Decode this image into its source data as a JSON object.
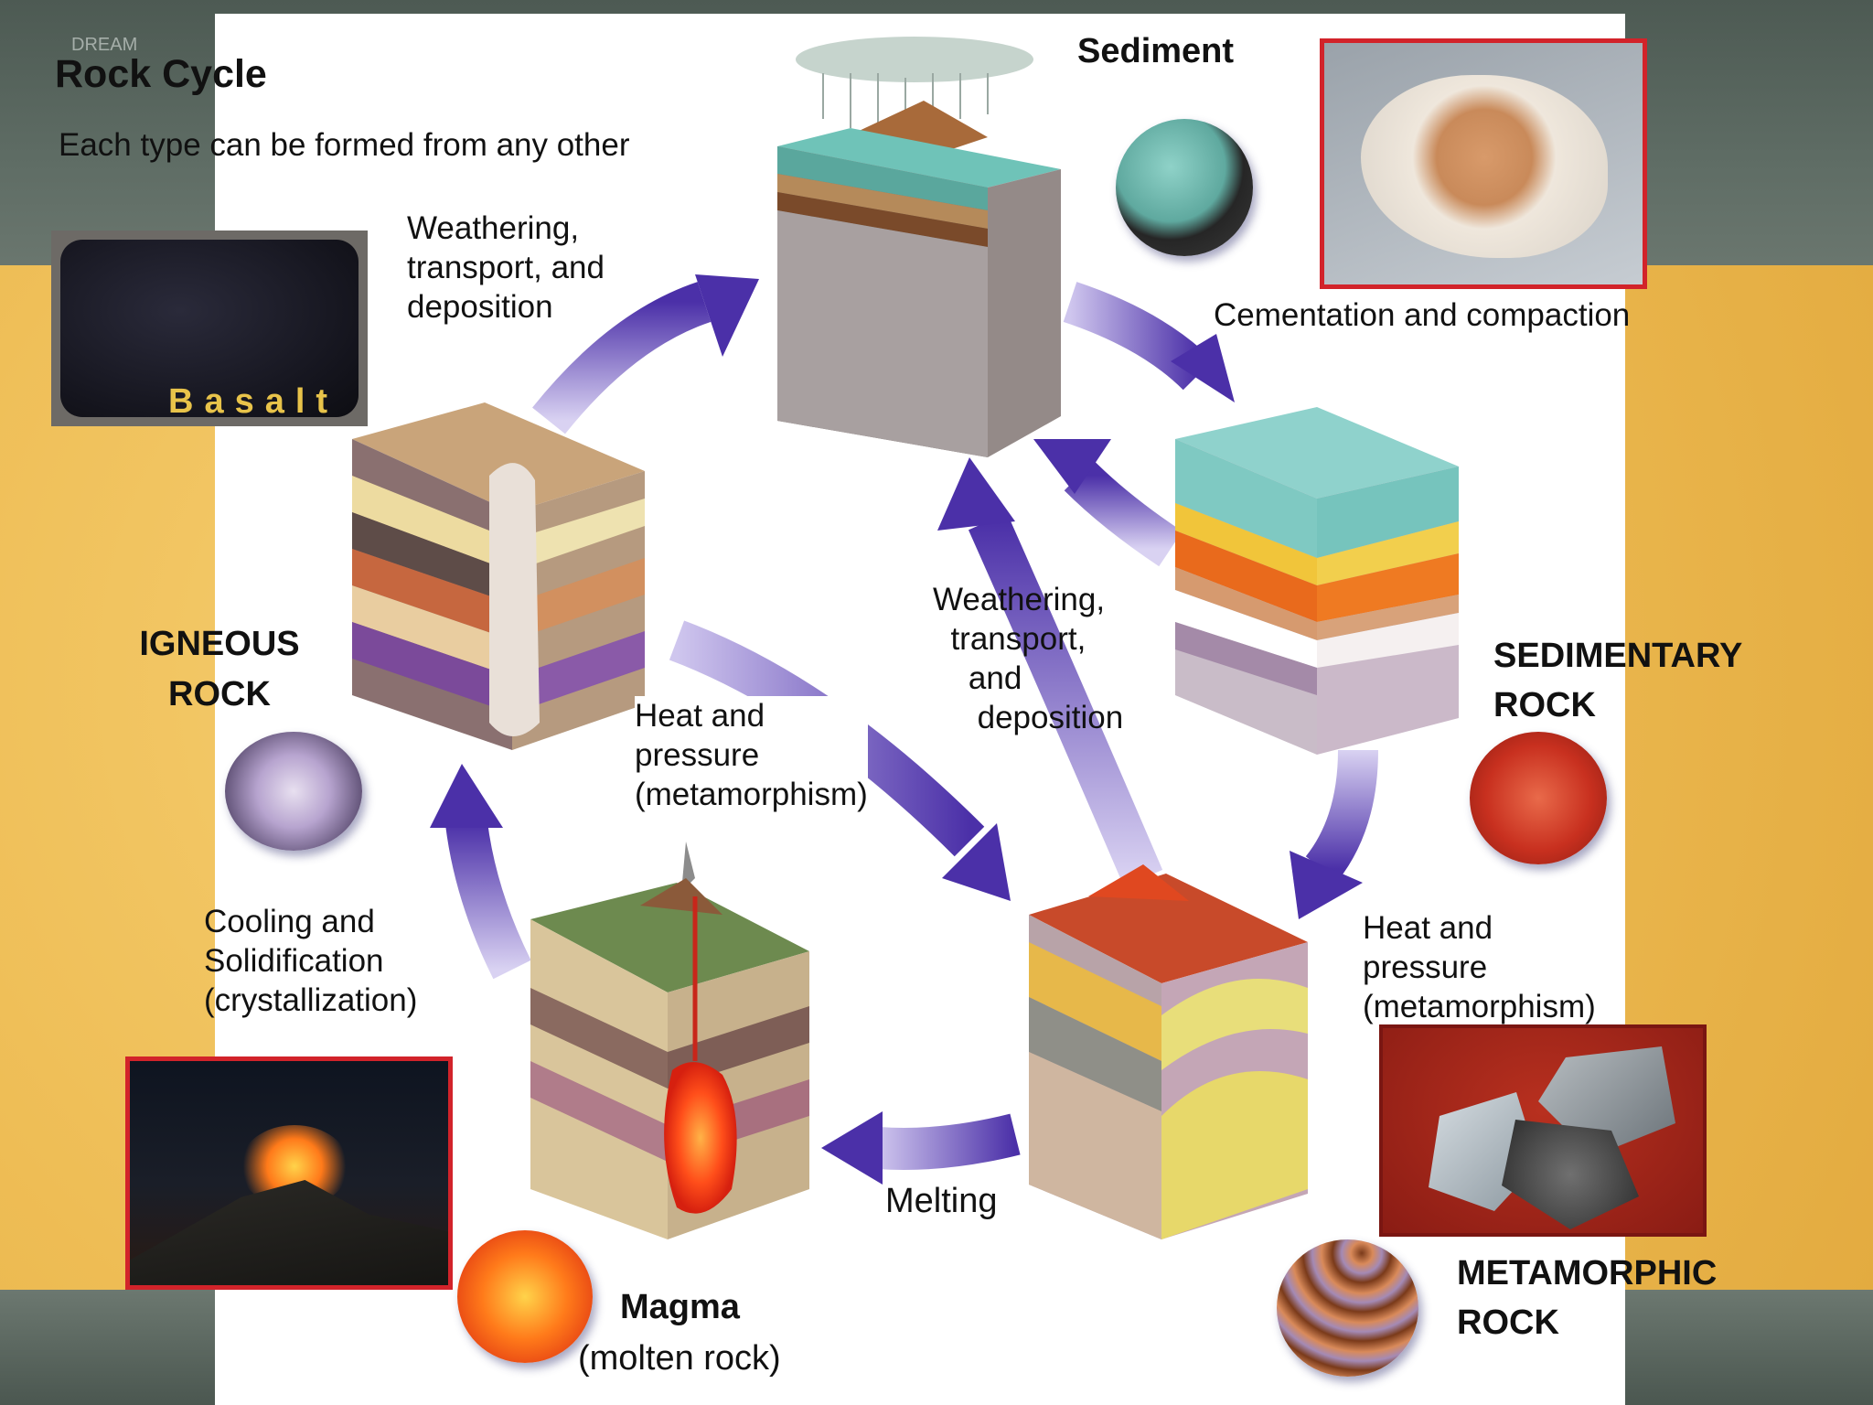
{
  "title": "Rock Cycle",
  "subtitle": "Each type can be formed from any other",
  "watermark": "DREAM",
  "nodes": {
    "sediment": "Sediment",
    "sedimentary": "SEDIMENTARY\nROCK",
    "metamorphic": "METAMORPHIC\nROCK",
    "magma_title": "Magma",
    "magma_sub": "(molten rock)",
    "igneous": "IGNEOUS\nROCK"
  },
  "processes": {
    "weathering_outer": "Weathering,\ntransport, and\ndeposition",
    "cementation": "Cementation and compaction",
    "weathering_inner": "Weathering,\n  transport,\n    and\n     deposition",
    "heat_inner": "Heat and\npressure\n(metamorphism)",
    "heat_outer": "Heat and\npressure\n(metamorphism)",
    "melting": "Melting",
    "cooling": "Cooling and\nSolidification\n(crystallization)"
  },
  "photos": {
    "basalt_caption": "Basalt"
  },
  "colors": {
    "arrow": "#5a3fb0",
    "photo_frame": "#d2232a",
    "basalt_text": "#e8c34a"
  }
}
